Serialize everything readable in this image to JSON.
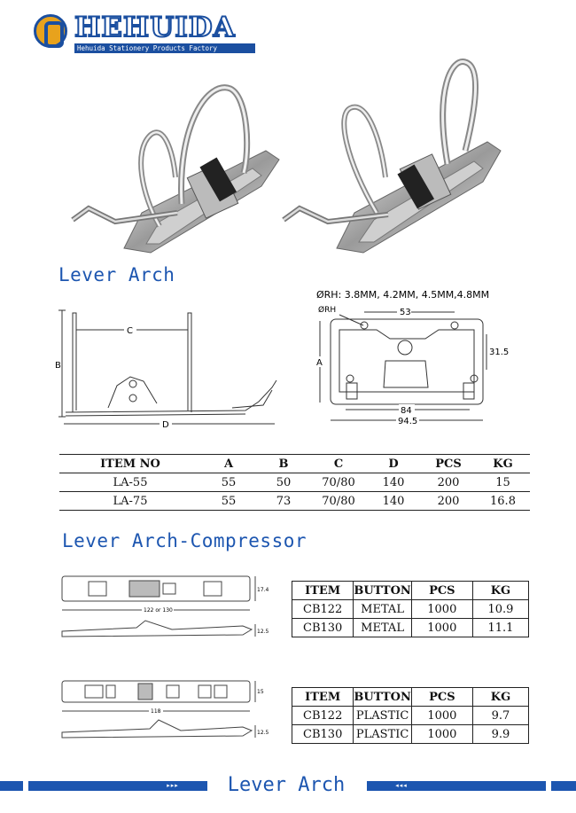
{
  "logo": {
    "name": "HEHUIDA",
    "subtitle": "Hehuida Stationery Products Factory"
  },
  "section1": {
    "title": "Lever Arch"
  },
  "diagram1": {
    "label_b": "B",
    "label_c": "C",
    "label_d": "D"
  },
  "diagram2": {
    "rh_note": "ØRH: 3.8MM, 4.2MM, 4.5MM,4.8MM",
    "rh_label": "ØRH",
    "dim_53": "53",
    "dim_31_5": "31.5",
    "label_a": "A",
    "dim_84": "84",
    "dim_94_5": "94.5"
  },
  "table1": {
    "headers": [
      "ITEM NO",
      "A",
      "B",
      "C",
      "D",
      "PCS",
      "KG"
    ],
    "rows": [
      [
        "LA-55",
        "55",
        "50",
        "70/80",
        "140",
        "200",
        "15"
      ],
      [
        "LA-75",
        "55",
        "73",
        "70/80",
        "140",
        "200",
        "16.8"
      ]
    ]
  },
  "section2": {
    "title": "Lever Arch-Compressor"
  },
  "diagram3": {
    "dim_height": "17.4",
    "dim_length": "122 or 130",
    "dim_side": "12.5"
  },
  "diagram4": {
    "dim_height": "15",
    "dim_length": "118",
    "dim_side": "12.5"
  },
  "table2": {
    "headers": [
      "ITEM",
      "BUTTON",
      "PCS",
      "KG"
    ],
    "rows": [
      [
        "CB122",
        "METAL",
        "1000",
        "10.9"
      ],
      [
        "CB130",
        "METAL",
        "1000",
        "11.1"
      ]
    ]
  },
  "table3": {
    "headers": [
      "ITEM",
      "BUTTON",
      "PCS",
      "KG"
    ],
    "rows": [
      [
        "CB122",
        "PLASTIC",
        "1000",
        "9.7"
      ],
      [
        "CB130",
        "PLASTIC",
        "1000",
        "9.9"
      ]
    ]
  },
  "footer": {
    "title": "Lever Arch",
    "arrows_left": "▸▸▸",
    "arrows_right": "◂◂◂"
  },
  "colors": {
    "brand_blue": "#1d56b0",
    "logo_orange": "#e8a21c"
  }
}
